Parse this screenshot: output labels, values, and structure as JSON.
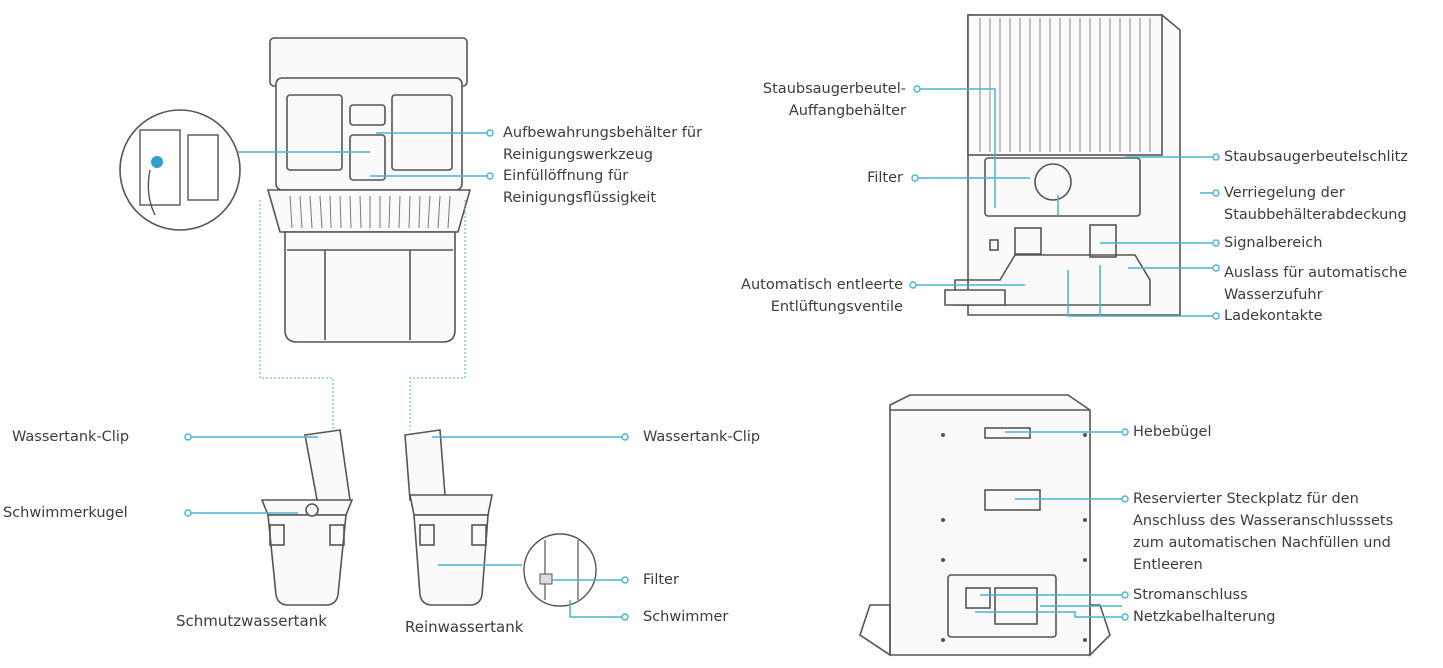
{
  "colors": {
    "leader": "#4bb3d3",
    "outline": "#555555",
    "fill": "#f2f2f2",
    "highlight": "#2f9fd0"
  },
  "labels": {
    "toolbox": [
      "Aufbewahrungsbehälter für",
      "Reinigungswerkzeug"
    ],
    "refill": [
      "Einfüllöffnung für",
      "Reinigungsflüssigkeit"
    ],
    "dirty_clip": "Wassertank-Clip",
    "float_ball": "Schwimmerkugel",
    "dirty_tank": "Schmutzwassertank",
    "clean_clip": "Wassertank-Clip",
    "clean_filter": "Filter",
    "float": "Schwimmer",
    "clean_tank": "Reinwassertank",
    "bag_holder": [
      "Staubsaugerbeutel-",
      "Auffangbehälter"
    ],
    "front_filter": "Filter",
    "vent_valves": [
      "Automatisch entleerte",
      "Entlüftungsventile"
    ],
    "bag_slot": "Staubsaugerbeutelschlitz",
    "cover_lock": [
      "Verriegelung der",
      "Staubbehälterabdeckung"
    ],
    "signal": "Signalbereich",
    "outlet": [
      "Auslass für automatische",
      "Wasserzufuhr"
    ],
    "charging": "Ladekontakte",
    "handle": "Hebebügel",
    "kit_slot": [
      "Reservierter Steckplatz für den",
      "Anschluss des Wasseranschlusssets",
      "zum automatischen Nachfüllen und",
      "Entleeren"
    ],
    "power": "Stromanschluss",
    "cable_holder": "Netzkabelhalterung"
  }
}
